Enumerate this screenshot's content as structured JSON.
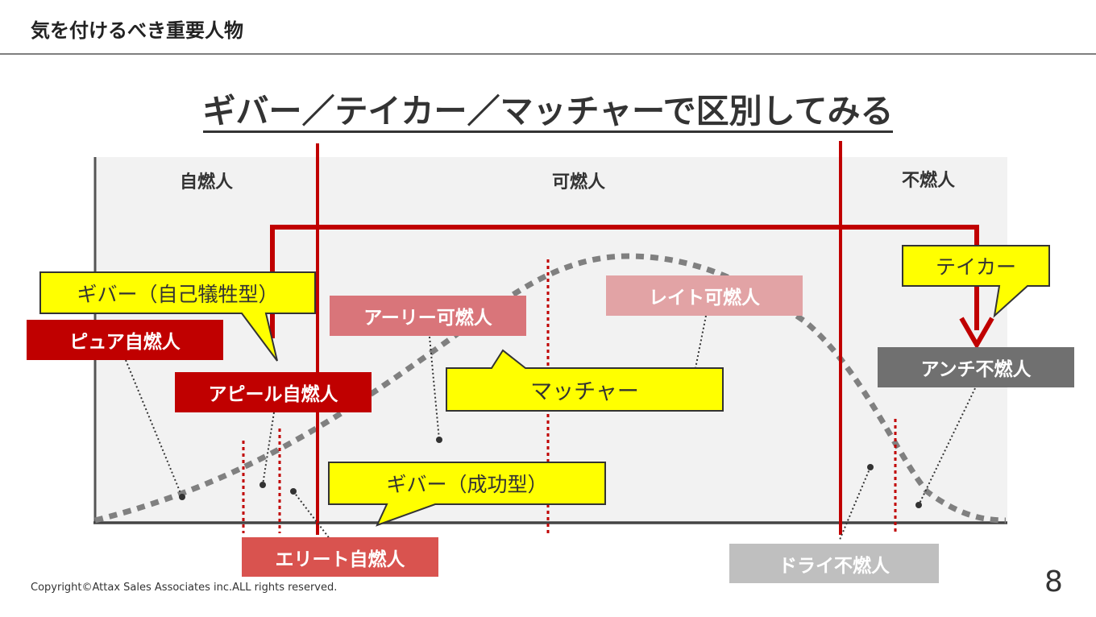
{
  "slide_title": "気を付けるべき重要人物",
  "heading": "ギバー／テイカー／マッチャーで区別してみる",
  "zones": {
    "self": "自燃人",
    "flammable": "可燃人",
    "nonflammable": "不燃人"
  },
  "callouts": {
    "giver_sacrifice": "ギバー（自己犠牲型）",
    "giver_success": "ギバー（成功型）",
    "matcher": "マッチャー",
    "taker": "テイカー"
  },
  "labels": {
    "pure": "ピュア自燃人",
    "appeal": "アピール自燃人",
    "elite": "エリート自燃人",
    "early": "アーリー可燃人",
    "late": "レイト可燃人",
    "anti": "アンチ不燃人",
    "dry": "ドライ不燃人"
  },
  "colors": {
    "dark_red": "#c00000",
    "mid_red": "#d9534f",
    "soft_red": "#d9757a",
    "pale_red": "#e2a3a5",
    "dark_gray": "#707070",
    "light_gray": "#bfbfbf",
    "callout_yellow": "#ffff00",
    "curve_gray": "#808080",
    "panel_bg": "#f2f2f2"
  },
  "copyright": "Copyright©Attax Sales Associates inc.ALL rights reserved.",
  "page_number": "8"
}
